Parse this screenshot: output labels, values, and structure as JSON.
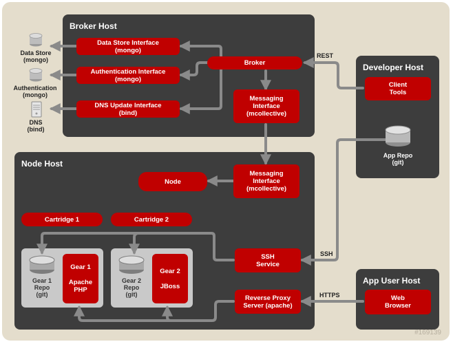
{
  "broker_host": {
    "title": "Broker Host",
    "data_store_interface": "Data Store Interface\n(mongo)",
    "authentication_interface": "Authentication Interface\n(mongo)",
    "dns_update_interface": "DNS Update Interface\n(bind)",
    "broker": "Broker",
    "messaging_interface": "Messaging\nInterface\n(mcollective)"
  },
  "external": {
    "data_store": "Data Store\n(mongo)",
    "authentication": "Authentication\n(mongo)",
    "dns": "DNS\n(bind)"
  },
  "developer_host": {
    "title": "Developer Host",
    "client_tools": "Client\nTools",
    "app_repo": "App Repo\n(git)"
  },
  "node_host": {
    "title": "Node Host",
    "messaging_interface": "Messaging\nInterface\n(mcollective)",
    "node": "Node",
    "cartridge_1": "Cartridge 1",
    "cartridge_2": "Cartridge 2",
    "gear1_repo": "Gear 1\nRepo\n(git)",
    "gear1": "Gear 1\n\nApache\nPHP",
    "gear2_repo": "Gear 2\nRepo\n(git)",
    "gear2": "Gear 2\n\nJBoss",
    "ssh_service": "SSH\nService",
    "reverse_proxy": "Reverse Proxy\nServer (apache)"
  },
  "app_user_host": {
    "title": "App User Host",
    "web_browser": "Web\nBrowser"
  },
  "labels": {
    "rest": "REST",
    "ssh": "SSH",
    "https": "HTTPS"
  },
  "watermark": "#169139",
  "colors": {
    "background": "#e4ddcc",
    "panel": "#3d3d3d",
    "component": "#c00000",
    "connector": "#8a8a8a"
  }
}
